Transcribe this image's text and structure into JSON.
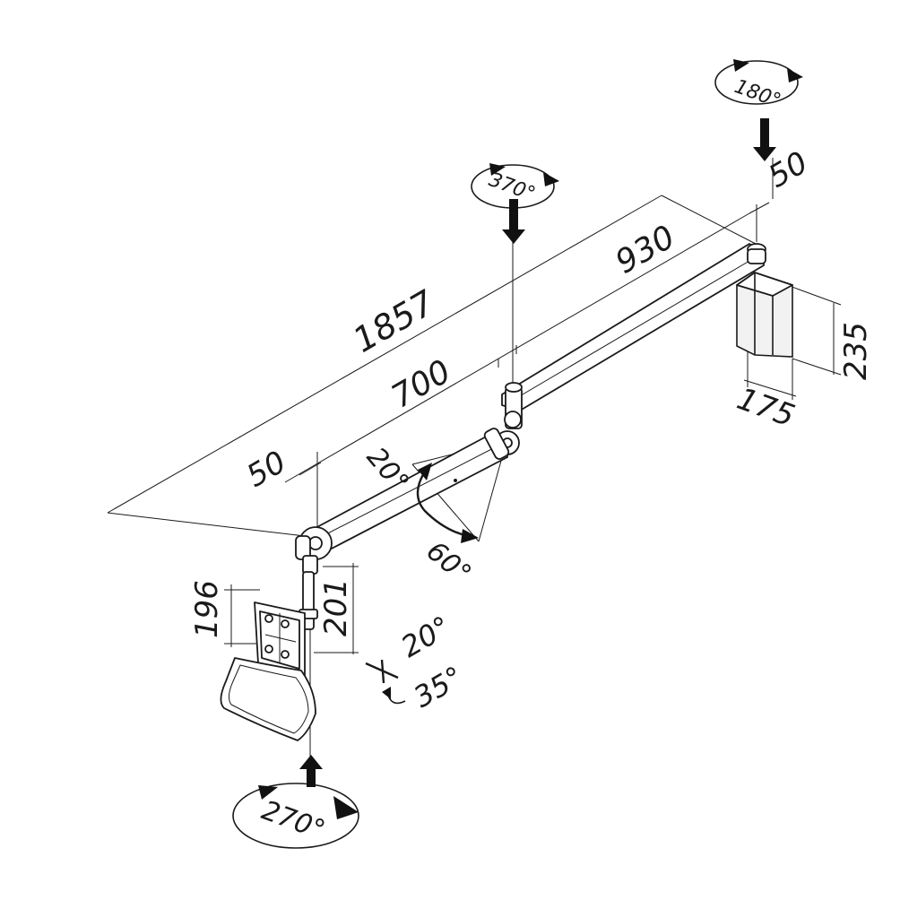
{
  "dimensions": {
    "overall_length": "1857",
    "outer_arm_length": "930",
    "inner_arm_length": "700",
    "end_offset": "50",
    "top_offset": "50",
    "wall_plate_height": "235",
    "wall_plate_width": "175",
    "drop_height": "196",
    "post_height": "201"
  },
  "angles": {
    "wall_rotation": "180°",
    "joint_rotation": "370°",
    "base_rotation": "270°",
    "tilt_up": "20°",
    "tilt_down": "60°",
    "head_tilt": "20°",
    "head_swivel": "35°"
  },
  "colors": {
    "line": "#1a1a1a",
    "background": "#ffffff",
    "arrow": "#111111"
  }
}
